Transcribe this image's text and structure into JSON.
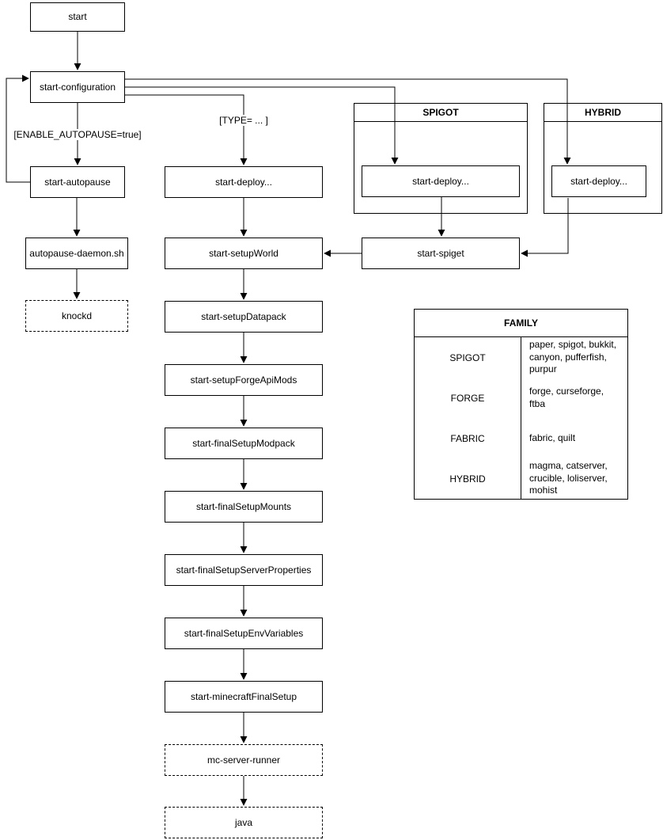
{
  "diagram": {
    "nodes": {
      "start": "start",
      "start_configuration": "start-configuration",
      "start_autopause": "start-autopause",
      "autopause_daemon_sh": "autopause-daemon.sh",
      "knockd": "knockd",
      "start_deploy": "start-deploy...",
      "spigot_start_deploy": "start-deploy...",
      "hybrid_start_deploy": "start-deploy...",
      "start_spiget": "start-spiget",
      "start_setupWorld": "start-setupWorld",
      "start_setupDatapack": "start-setupDatapack",
      "start_setupForgeApiMods": "start-setupForgeApiMods",
      "start_finalSetupModpack": "start-finalSetupModpack",
      "start_finalSetupMounts": "start-finalSetupMounts",
      "start_finalSetupServerProperties": "start-finalSetupServerProperties",
      "start_finalSetupEnvVariables": "start-finalSetupEnvVariables",
      "start_minecraftFinalSetup": "start-minecraftFinalSetup",
      "mc_server_runner": "mc-server-runner",
      "java": "java"
    },
    "groups": {
      "spigot": "SPIGOT",
      "hybrid": "HYBRID"
    },
    "edge_labels": {
      "enable_autopause": "[ENABLE_AUTOPAUSE=true]",
      "type": "[TYPE= ... ]"
    },
    "family_table": {
      "title": "FAMILY",
      "rows": [
        {
          "family": "SPIGOT",
          "types": "paper, spigot, bukkit, canyon, pufferfish, purpur"
        },
        {
          "family": "FORGE",
          "types": "forge, curseforge, ftba"
        },
        {
          "family": "FABRIC",
          "types": "fabric, quilt"
        },
        {
          "family": "HYBRID",
          "types": "magma, catserver, crucible, loliserver, mohist"
        }
      ]
    },
    "colors": {
      "stroke": "#000000",
      "background": "#ffffff",
      "text": "#000000"
    }
  }
}
